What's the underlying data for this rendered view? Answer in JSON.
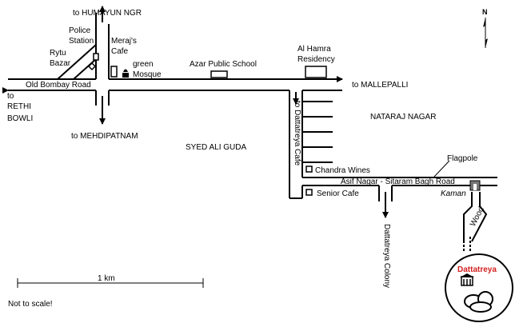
{
  "north": "N",
  "scale": {
    "label": "1 km",
    "note": "Not to scale!"
  },
  "directions": {
    "humayun": "to HUMAYUN NGR",
    "rethi_to": "to",
    "rethi_1": "RETHI",
    "rethi_2": "BOWLI",
    "mehdipatnam": "to MEHDIPATNAM",
    "mallepalli": "to MALLEPALLI"
  },
  "roads": {
    "old_bombay": "Old Bombay Road",
    "asif_nagar": "Asif Nagar - Sitaram Bagh Road",
    "dattatreya_cafe": "to Dattatreya Cafe",
    "dattatreya_colony": "Dattatreya Colony",
    "wood": "Wood"
  },
  "landmarks": {
    "police_1": "Police",
    "police_2": "Station",
    "rytu_1": "Rytu",
    "rytu_2": "Bazar",
    "meraj_1": "Meraj's",
    "meraj_2": "Cafe",
    "mosque_1": "green",
    "mosque_2": "Mosque",
    "azar_school": "Azar Public School",
    "alhamra_1": "Al Hamra",
    "alhamra_2": "Residency",
    "chandra_wines": "Chandra Wines",
    "senior_cafe": "Senior Cafe",
    "flagpole": "Flagpole",
    "kaman": "Kaman",
    "dattatreya": "Dattatreya"
  },
  "areas": {
    "nataraj": "NATARAJ NAGAR",
    "syed": "SYED ALI GUDA"
  },
  "colors": {
    "destination": "#d42020",
    "line": "#000000"
  }
}
